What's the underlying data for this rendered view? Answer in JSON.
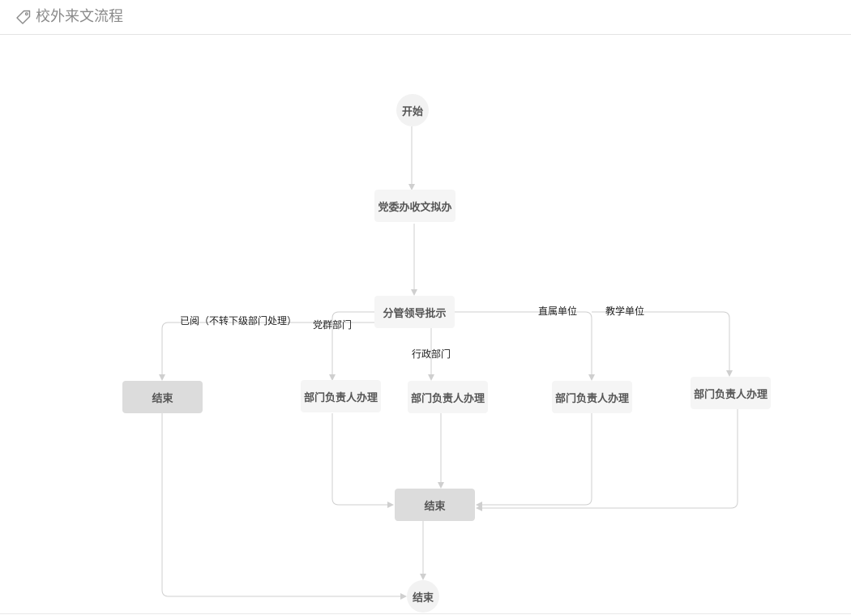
{
  "header": {
    "title": "校外来文流程",
    "icon": "tag-icon"
  },
  "nodes": {
    "start": "开始",
    "party_office": "党委办收文拟办",
    "leader_approval": "分管领导批示",
    "end_read": "结束",
    "dept_party": "部门负责人办理",
    "dept_admin": "部门负责人办理",
    "dept_direct": "部门负责人办理",
    "dept_teaching": "部门负责人办理",
    "end_mid": "结束",
    "end_final": "结束"
  },
  "edge_labels": {
    "read_no_forward": "已阅（不转下级部门处理）",
    "party_dept": "党群部门",
    "admin_dept": "行政部门",
    "direct_unit": "直属单位",
    "teaching_unit": "教学单位"
  },
  "colors": {
    "edge": "#cfcfcf",
    "task_fill": "#f5f5f5",
    "end_fill": "#dcdcdc"
  }
}
